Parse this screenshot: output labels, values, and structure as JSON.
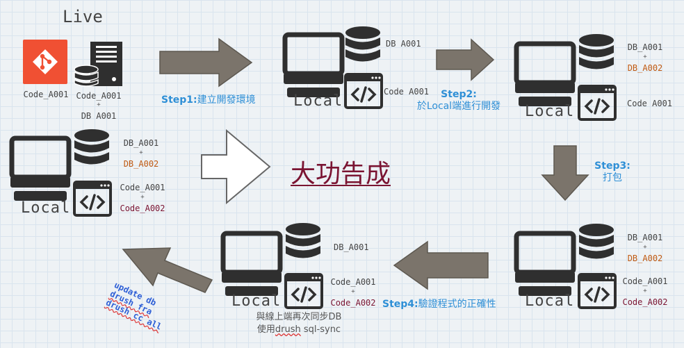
{
  "live": {
    "title": "Live",
    "code_label": "Code_A001",
    "server_label_1": "Code_A001",
    "plus": "+",
    "server_label_2": "DB A001"
  },
  "step1": {
    "num": "Step1:",
    "text": "建立開發環境"
  },
  "stage1": {
    "db": "DB A001",
    "code": "Code A001",
    "local": "Local"
  },
  "step2": {
    "num": "Step2:",
    "text": "於Local端進行開發"
  },
  "stage2": {
    "db1": "DB_A001",
    "plus": "+",
    "db2": "DB_A002",
    "code": "Code A001",
    "local": "Local"
  },
  "step3": {
    "num": "Step3:",
    "text": "打包"
  },
  "stage3": {
    "db1": "DB_A001",
    "plus": "+",
    "db2": "DB_A002",
    "code1": "Code_A001",
    "code2": "Code_A002",
    "local": "Local"
  },
  "step4": {
    "num": "Step4:",
    "text": "驗證程式的正確性"
  },
  "stage4": {
    "db": "DB_A001",
    "code1": "Code_A001",
    "plus": "+",
    "code2": "Code_A002",
    "local": "Local",
    "sync1": "與線上端再次同步DB",
    "sync2_pre": "使用",
    "sync2_drush": "drush",
    "sync2_post": " sql-sync"
  },
  "back": {
    "line1": "update db",
    "line2": "drush fra",
    "line3": "drush cc all"
  },
  "final": {
    "db1": "DB_A001",
    "plus": "+",
    "db2": "DB_A002",
    "code1": "Code_A001",
    "code2": "Code_A002",
    "local": "Local",
    "title": "大功告成"
  },
  "colors": {
    "arrow": "#7b746b",
    "icon": "#2f2f2f",
    "git": "#f05033",
    "step": "#2e8fd6",
    "title": "#7a1432",
    "orange": "#c05a12"
  }
}
